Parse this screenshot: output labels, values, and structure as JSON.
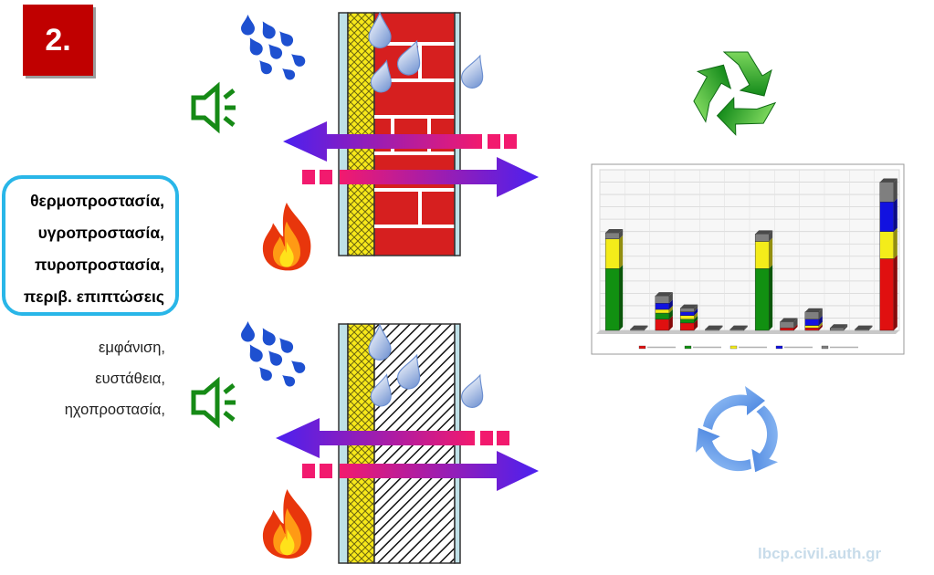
{
  "slide": {
    "number": "2."
  },
  "topics": {
    "items": [
      "θερμοπροστασία,",
      "υγροπροστασία,",
      "πυροπροστασία,",
      "περιβ. επιπτώσεις"
    ]
  },
  "extras": {
    "items": [
      "εμφάνιση,",
      "ευστάθεια,",
      "ηχοπροστασία,"
    ]
  },
  "footer": {
    "url": "lbcp.civil.auth.gr"
  },
  "colors": {
    "brick": "#d61f1f",
    "insulation": "#f5e600",
    "render": "#bfe1e8",
    "sound": "#168a16",
    "water": "#1e50d0",
    "recycle": "#28a628",
    "cycle": "#4d93e8"
  },
  "icons": [
    "water-drops-icon",
    "speaker-icon",
    "fire-icon",
    "recycle-icon",
    "cycle-arrows-icon"
  ],
  "chart_data": {
    "type": "bar",
    "stacked": true,
    "categories": [
      "",
      "",
      "",
      "",
      "",
      "",
      "",
      "",
      "",
      "",
      "",
      ""
    ],
    "series": [
      {
        "name": "",
        "color": "#e01010",
        "values": [
          0,
          0,
          0.45,
          0.3,
          0,
          0,
          0,
          0.1,
          0.1,
          0,
          0,
          2.9
        ]
      },
      {
        "name": "",
        "color": "#119011",
        "values": [
          2.5,
          0,
          0.25,
          0.15,
          0,
          0,
          2.5,
          0,
          0,
          0,
          0,
          0
        ]
      },
      {
        "name": "",
        "color": "#f4ec1a",
        "values": [
          1.2,
          0,
          0.15,
          0.15,
          0,
          0,
          1.1,
          0,
          0.1,
          0,
          0,
          1.1
        ]
      },
      {
        "name": "",
        "color": "#1212e0",
        "values": [
          0,
          0,
          0.25,
          0.15,
          0,
          0,
          0,
          0,
          0.25,
          0,
          0,
          1.2
        ]
      },
      {
        "name": "",
        "color": "#7f7f7f",
        "values": [
          0.25,
          0.05,
          0.3,
          0.15,
          0.05,
          0.05,
          0.3,
          0.25,
          0.3,
          0.1,
          0.05,
          0.8
        ]
      }
    ],
    "ymax": 6.5,
    "grid": true,
    "legend": "bottom"
  }
}
